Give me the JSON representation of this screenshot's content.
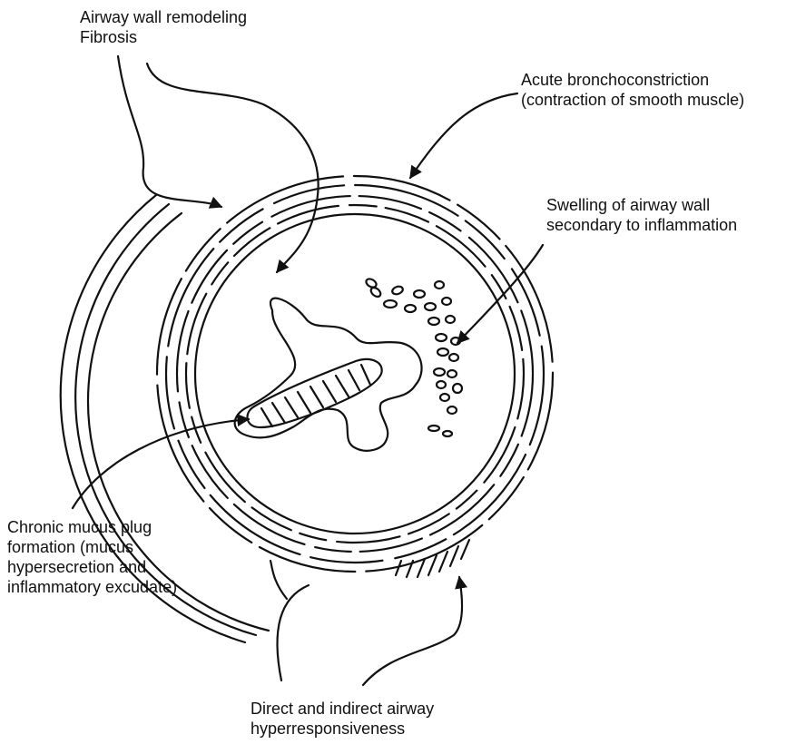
{
  "diagram": {
    "colors": {
      "ink": "#111111",
      "background": "#ffffff"
    },
    "labels": {
      "remodeling": {
        "line1": "Airway wall remodeling",
        "line2": "Fibrosis"
      },
      "bronchoconstriction": {
        "line1": "Acute bronchoconstriction",
        "line2": "(contraction of smooth muscle)"
      },
      "swelling": {
        "line1": "Swelling of airway wall",
        "line2": "secondary to inflammation"
      },
      "mucus": {
        "line1": "Chronic mucus plug",
        "line2": "formation (mucus",
        "line3": "hypersecretion and",
        "line4": "inflammatory excudate)"
      },
      "hyperresponsiveness": {
        "line1": "Direct and indirect airway",
        "line2": "hyperresponsiveness"
      }
    }
  }
}
